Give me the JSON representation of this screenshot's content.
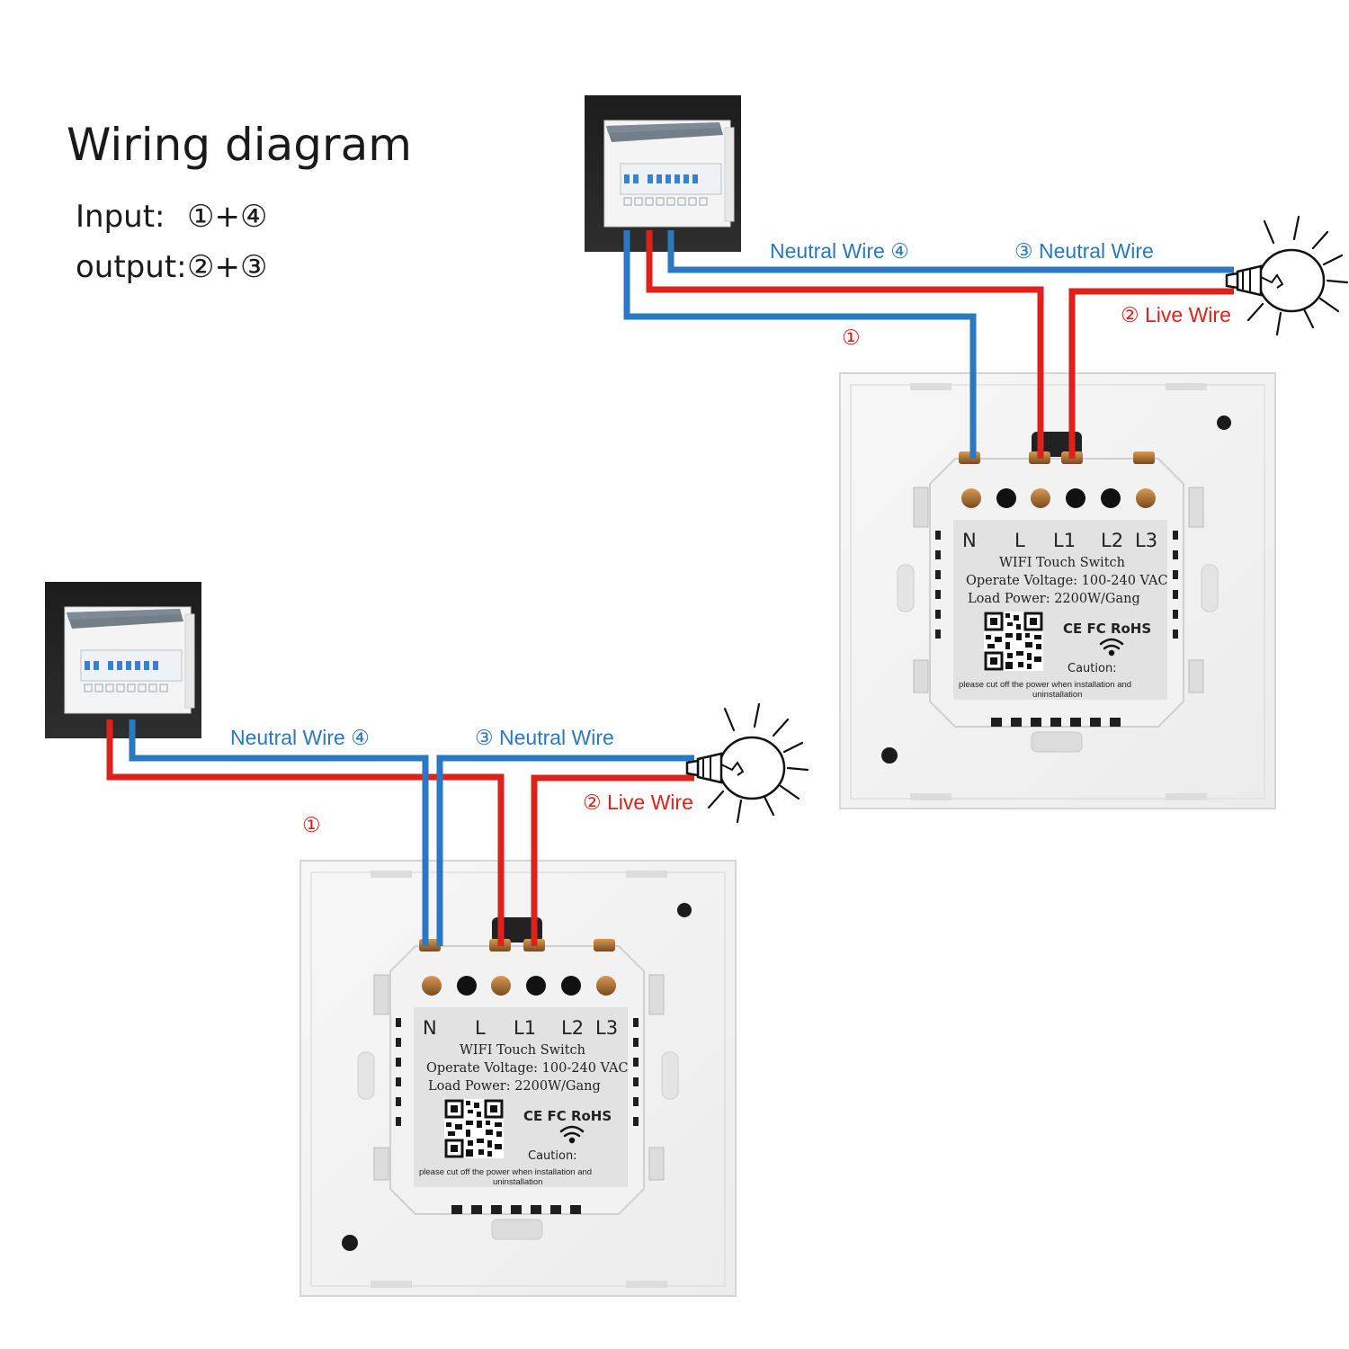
{
  "title": "Wiring diagram",
  "legend": {
    "input_label": "Input:",
    "input_value": "①+④",
    "output_label": "output:",
    "output_value": "②+③"
  },
  "colors": {
    "neutral_wire": "#2a78c2",
    "live_wire": "#e0201a",
    "background": "#ffffff"
  },
  "wires": {
    "neutral_in": "Neutral Wire ④",
    "neutral_out": "③ Neutral Wire",
    "live_out": "② Live Wire",
    "live_in": "①"
  },
  "switch": {
    "terminals": [
      "N",
      "L",
      "L1",
      "L2",
      "L3"
    ],
    "product": "WIFI Touch Switch",
    "voltage": "Operate Voltage: 100-240 VAC",
    "load": "Load Power: 2200W/Gang",
    "certs": "CE FC RoHS",
    "caution_title": "Caution:",
    "caution_line1": "please cut off the power when installation and",
    "caution_line2": "uninstallation"
  },
  "icons": {
    "breaker": "breaker-box-icon",
    "bulb": "light-bulb-icon",
    "qr": "qr-code-icon",
    "wifi": "wifi-icon"
  }
}
